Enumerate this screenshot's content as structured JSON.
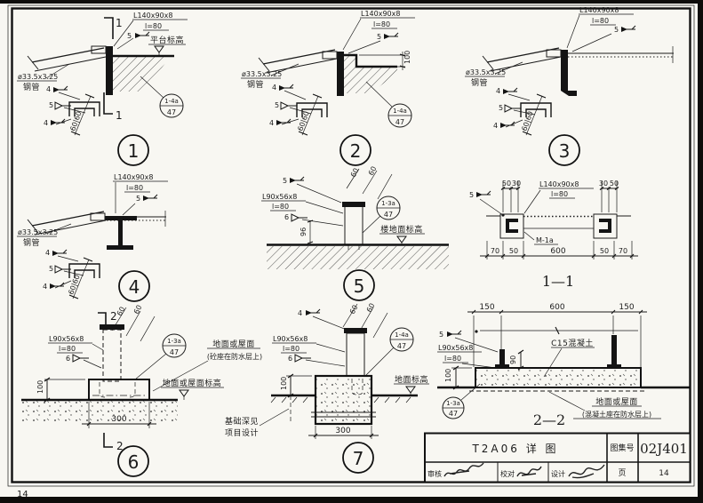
{
  "page_corner": "14",
  "title_block": {
    "title": "T2A06 详 图",
    "atlas_label": "图集号",
    "atlas_no": "02J401",
    "review_label": "审核",
    "check_label": "校对",
    "design_label": "设计",
    "page_label": "页",
    "page_no": "14"
  },
  "labels": {
    "angle140": "L140x90x8",
    "l80": "l=80",
    "angle90": "L90x56x8",
    "pipe_size": "ø33.5x3.25",
    "pipe_name": "钢管",
    "w4": "4",
    "w5": "5",
    "w6": "6",
    "d60": "60",
    "d6060": "60|60",
    "d100": "100",
    "d96": "96",
    "d90": "90",
    "d50": "50",
    "d30": "30",
    "d70": "70",
    "d600": "600",
    "d150": "150",
    "d300": "300",
    "ref_1_4a": "1-4a",
    "ref_1_3a": "1-3a",
    "ref_page": "47",
    "m1a": "M-1a",
    "c15": "C15混凝土",
    "elev_platform": "平台标高",
    "elev_floor": "楼地面标高",
    "elev_ground": "地面标高",
    "elev_ground_roof": "地面或屋面标高",
    "note_ground_roof": "地面或屋面",
    "note_concrete_base": "(砼座在防水层上)",
    "note_concrete_base2": "(混凝土座在防水层上)",
    "note_foundation1": "基础深见",
    "note_foundation2": "项目设计",
    "cut1": "1",
    "cut2": "2",
    "sec11": "1—1",
    "sec22": "2—2",
    "n1": "1",
    "n2": "2",
    "n3": "3",
    "n4": "4",
    "n5": "5",
    "n6": "6",
    "n7": "7"
  }
}
